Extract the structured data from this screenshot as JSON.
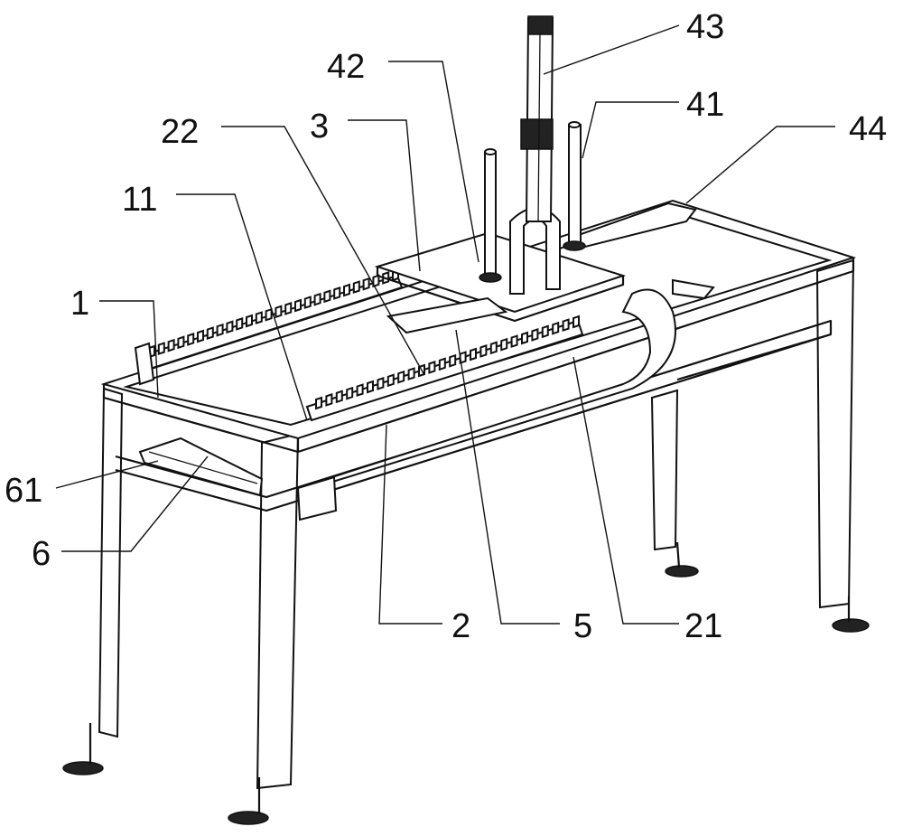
{
  "figure": {
    "labels": {
      "l43": "43",
      "l42": "42",
      "l41": "41",
      "l3": "3",
      "l22": "22",
      "l44": "44",
      "l11": "11",
      "l1": "1",
      "l61": "61",
      "l6": "6",
      "l2": "2",
      "l5": "5",
      "l21": "21"
    }
  }
}
